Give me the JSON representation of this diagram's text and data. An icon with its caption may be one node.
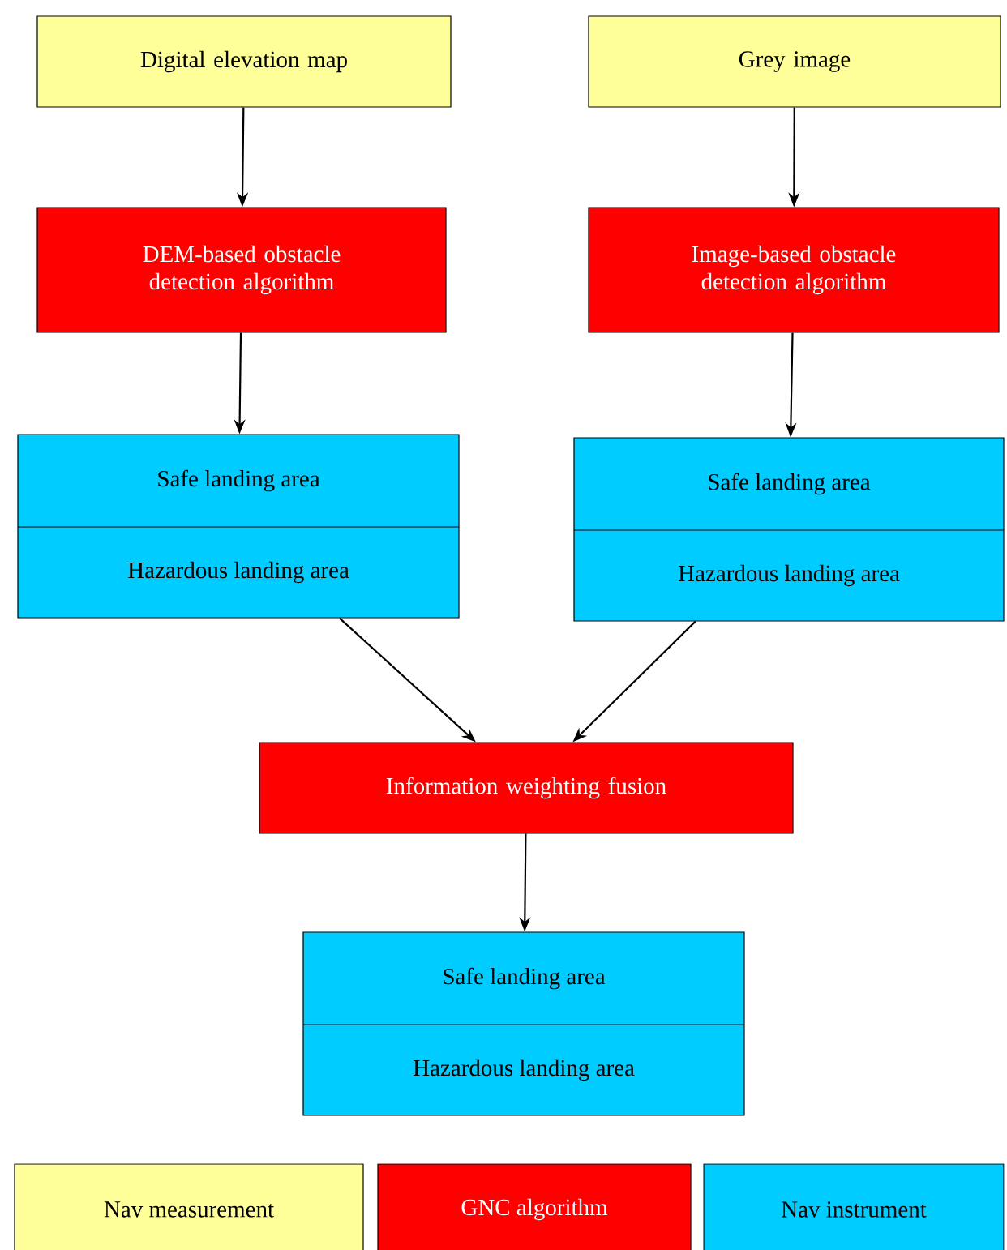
{
  "diagram": {
    "nodes": [
      {
        "text": [
          "Digital elevation map"
        ]
      },
      {
        "text": [
          "Grey image"
        ]
      },
      {
        "text": [
          "DEM-based obstacle detection algorithm"
        ]
      },
      {
        "text": [
          "Image-based obstacle detection algorithm"
        ]
      },
      {
        "text": [
          "Safe landing area",
          "Hazardous landing area"
        ]
      },
      {
        "text": [
          "Safe landing area",
          "Hazardous landing area"
        ]
      },
      {
        "text": [
          "Information weighting fusion"
        ]
      },
      {
        "text": [
          "Safe landing area",
          "Hazardous landing area"
        ]
      }
    ],
    "edges": [
      {
        "from": 0,
        "to": 2,
        "arrow": "to"
      },
      {
        "from": 2,
        "to": 4,
        "arrow": "to"
      },
      {
        "from": 1,
        "to": 3,
        "arrow": "to"
      },
      {
        "from": 3,
        "to": 5,
        "arrow": "to"
      },
      {
        "from": 4,
        "to": 6,
        "arrow": "to"
      },
      {
        "from": 5,
        "to": 6,
        "arrow": "to"
      },
      {
        "from": 6,
        "to": 7,
        "arrow": "to"
      }
    ],
    "legend": [
      {
        "text": "Nav measurement",
        "color": "#ffff99"
      },
      {
        "text": "GNC algorithm",
        "color": "#ff0000"
      },
      {
        "text": "Nav instrument",
        "color": "#00ccff"
      }
    ]
  }
}
